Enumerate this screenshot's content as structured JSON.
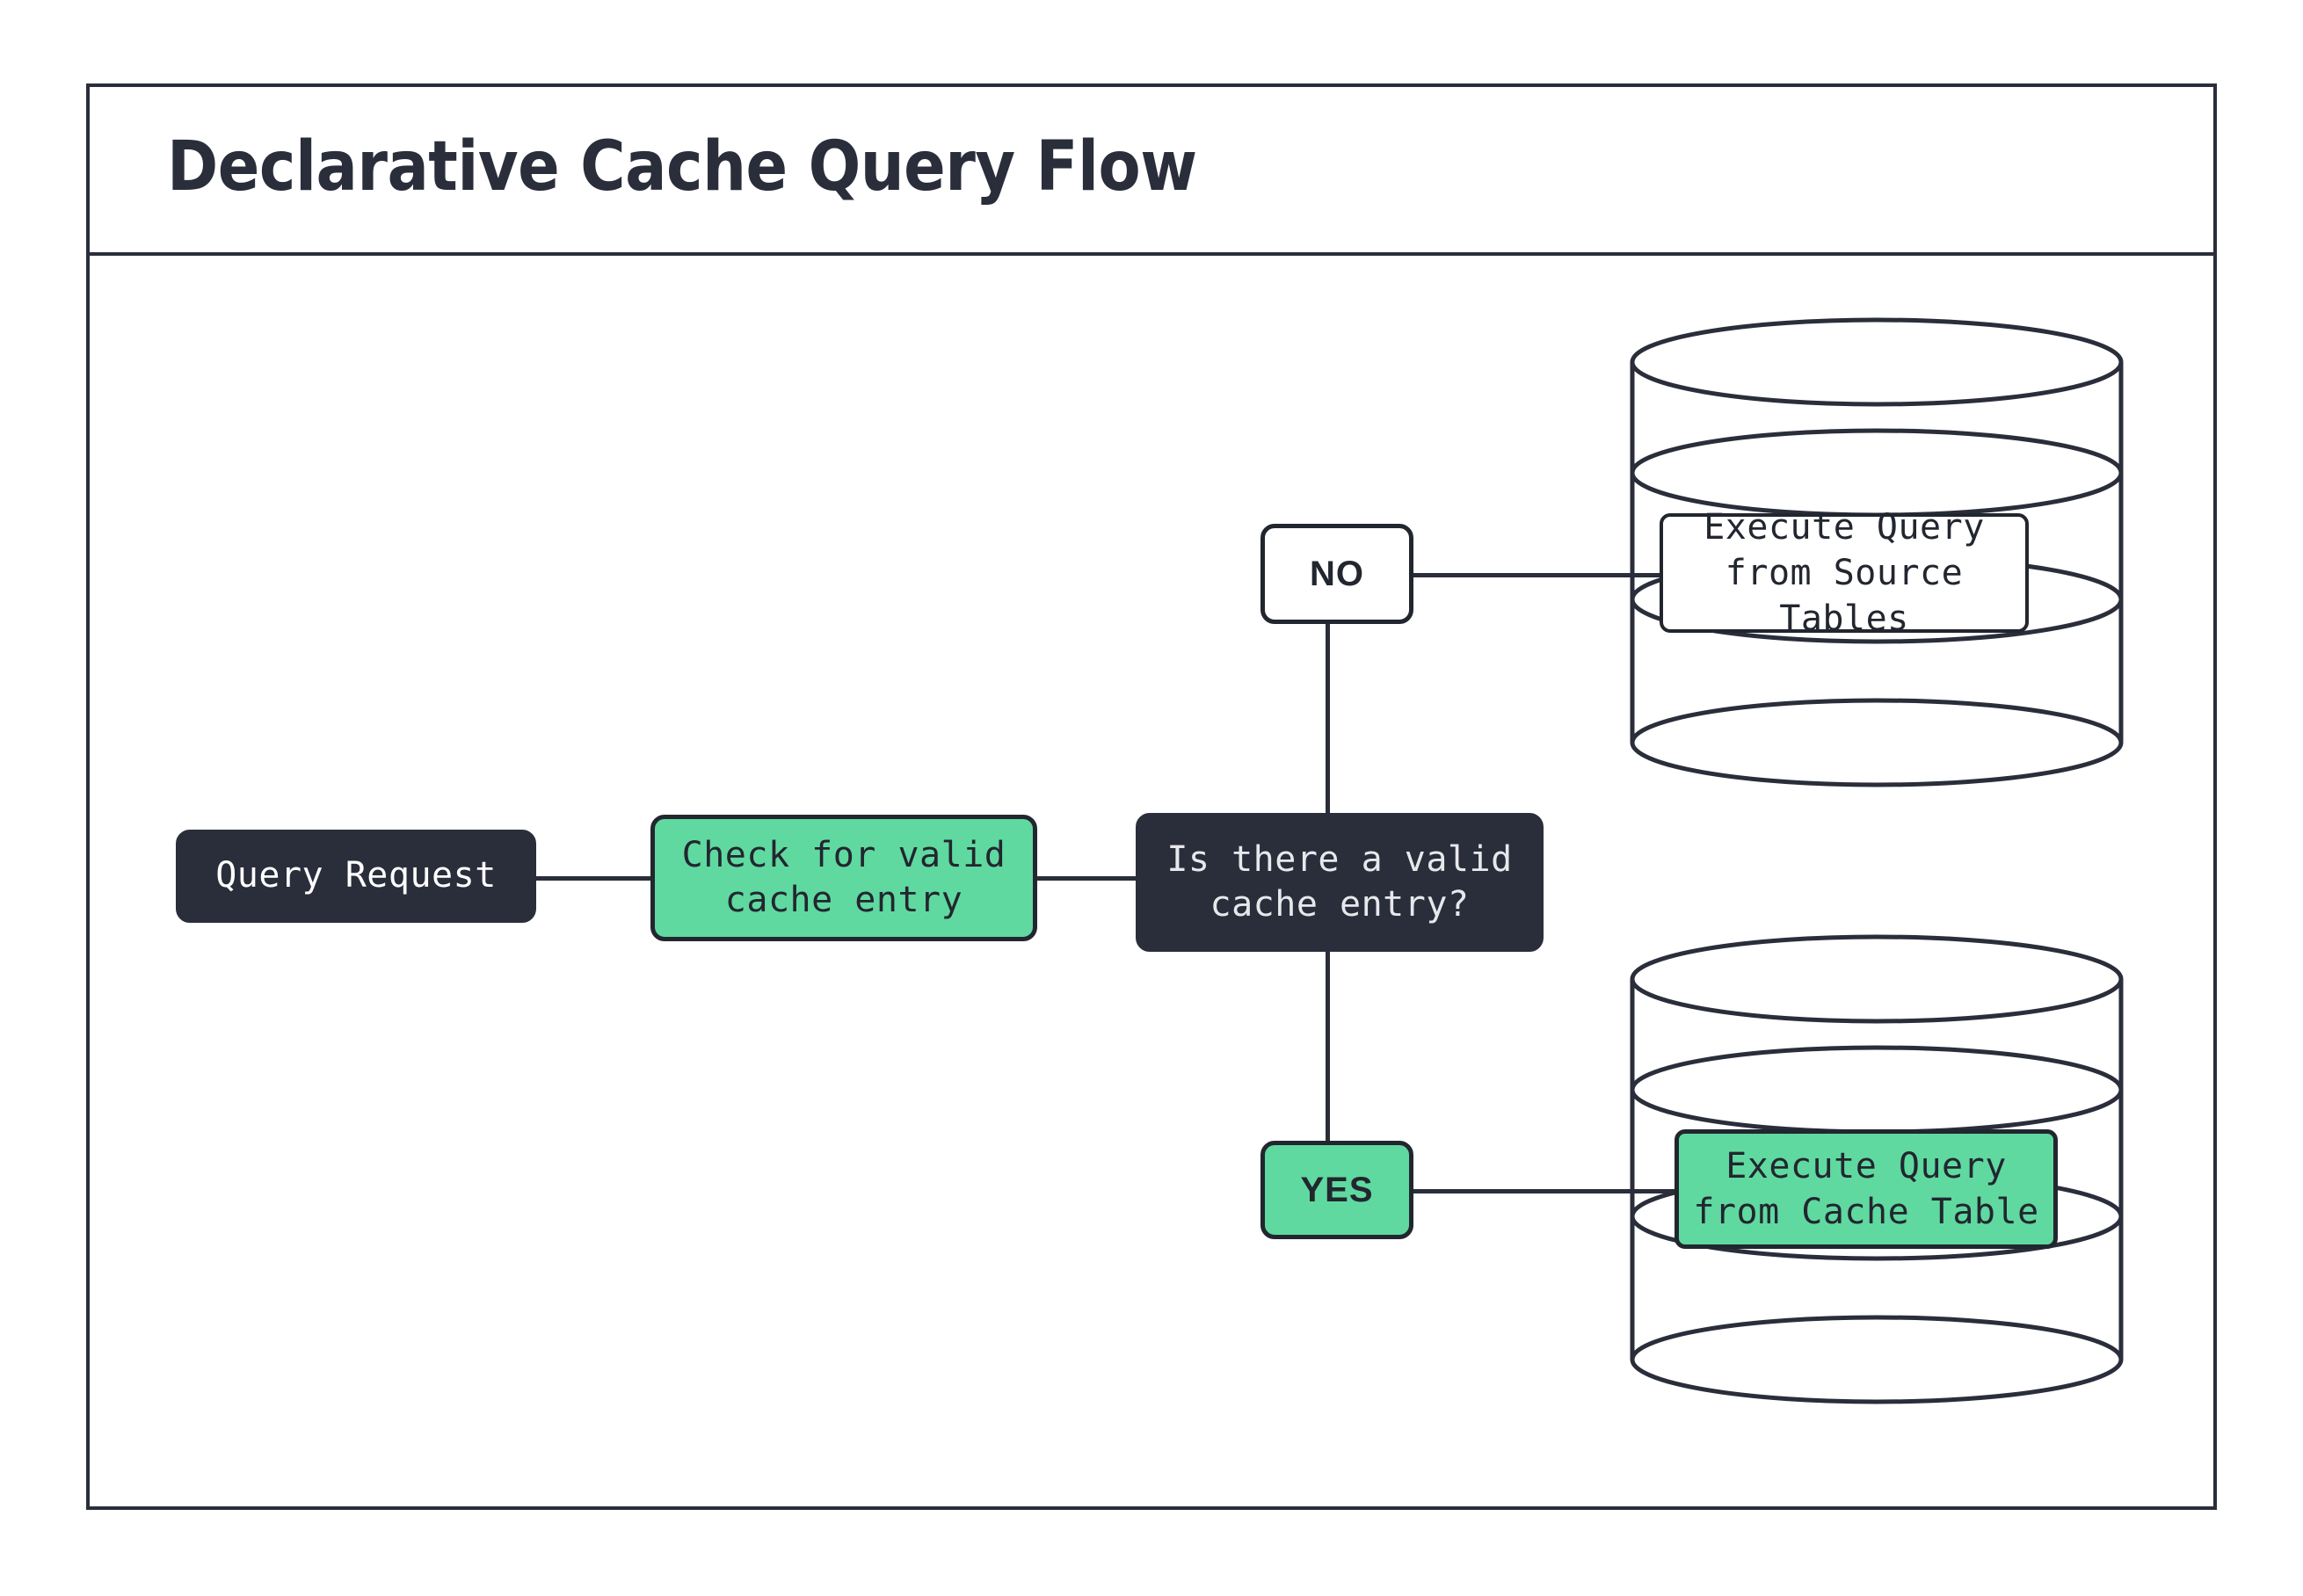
{
  "diagram": {
    "title": "Declarative Cache Query Flow",
    "colors": {
      "ink": "#2a2e3b",
      "accent_green": "#5fd9a0",
      "node_text_light": "#e7e8ec",
      "canvas": "#ffffff"
    },
    "nodes": [
      {
        "id": "query-request",
        "label": "Query Request",
        "shape": "rounded-rect",
        "style": "dark"
      },
      {
        "id": "check-cache",
        "label": "Check for valid\ncache entry",
        "shape": "rounded-rect",
        "style": "green"
      },
      {
        "id": "decision-valid-cache",
        "label": "Is there a valid\ncache entry?",
        "shape": "rounded-rect",
        "style": "dark"
      },
      {
        "id": "source-tables-db",
        "label": "Execute Query\nfrom Source Tables",
        "shape": "database-cylinder",
        "style": "white"
      },
      {
        "id": "cache-table-db",
        "label": "Execute Query\nfrom Cache Table",
        "shape": "database-cylinder",
        "style": "green"
      }
    ],
    "edge_labels": {
      "no": "NO",
      "yes": "YES"
    },
    "edges": [
      {
        "from": "query-request",
        "to": "check-cache",
        "label": ""
      },
      {
        "from": "check-cache",
        "to": "decision-valid-cache",
        "label": ""
      },
      {
        "from": "decision-valid-cache",
        "to": "source-tables-db",
        "label": "NO"
      },
      {
        "from": "decision-valid-cache",
        "to": "cache-table-db",
        "label": "YES"
      }
    ]
  }
}
